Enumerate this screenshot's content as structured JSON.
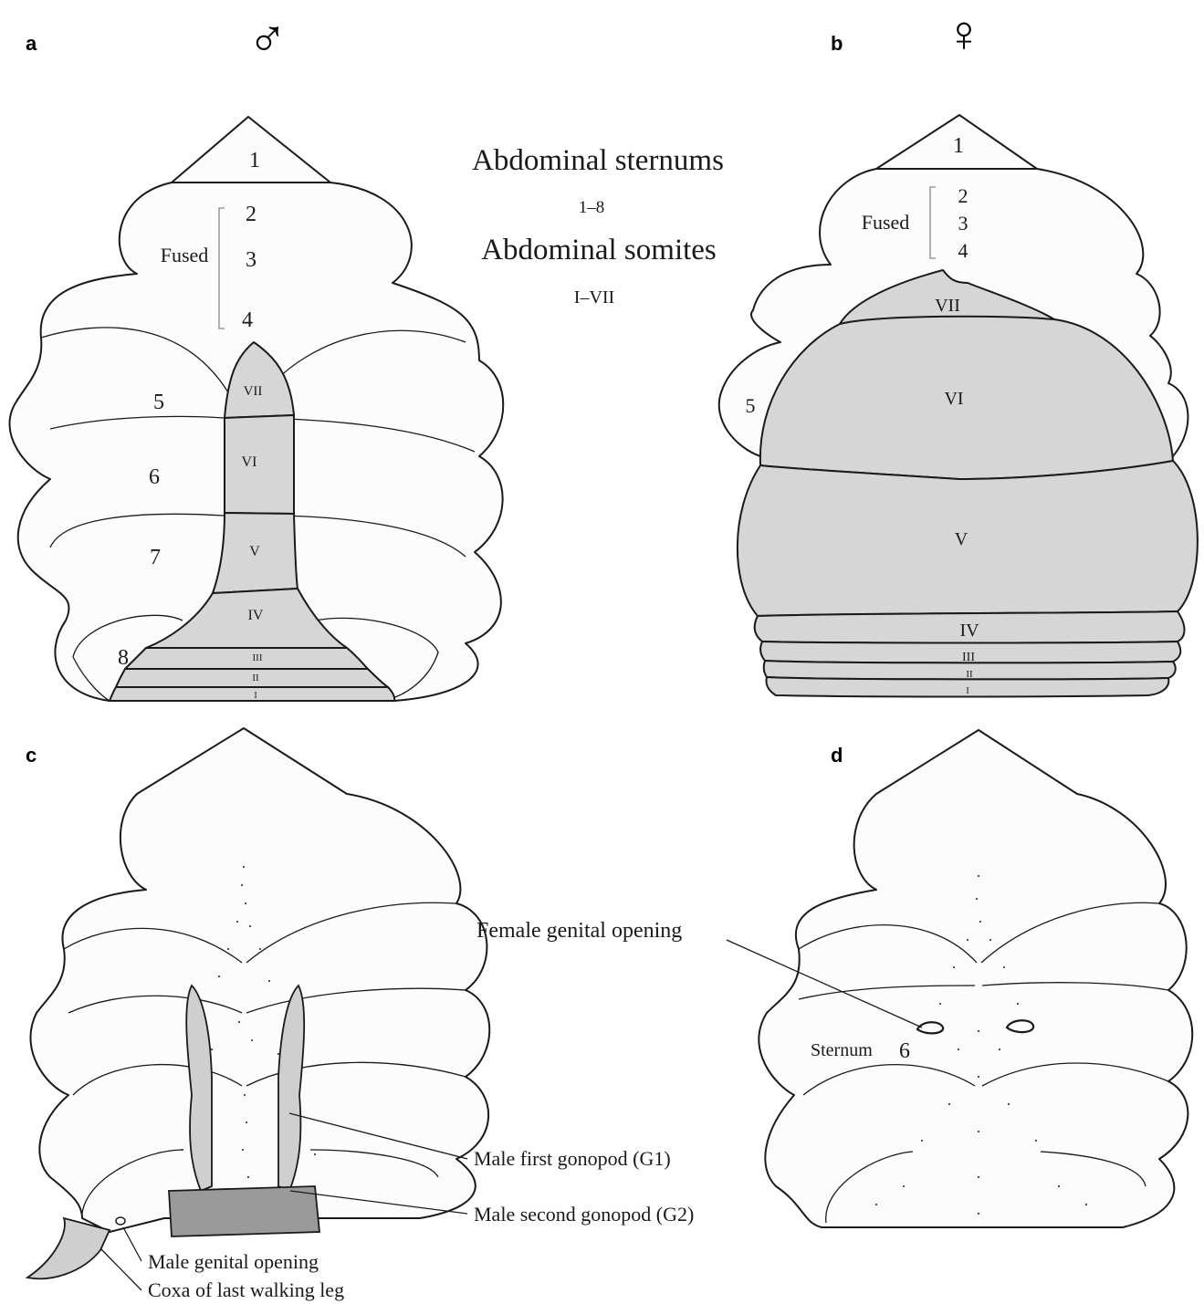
{
  "panels": {
    "a": {
      "letter": "a",
      "sex_symbol": "♂"
    },
    "b": {
      "letter": "b",
      "sex_symbol": "♀"
    },
    "c": {
      "letter": "c"
    },
    "d": {
      "letter": "d"
    }
  },
  "legend": {
    "sternums_title": "Abdominal sternums",
    "sternums_range": "1–8",
    "somites_title": "Abdominal somites",
    "somites_range": "I–VII"
  },
  "male": {
    "fused_label": "Fused",
    "sternums": [
      "1",
      "2",
      "3",
      "4",
      "5",
      "6",
      "7",
      "8"
    ],
    "somites": [
      "VII",
      "VI",
      "V",
      "IV",
      "III",
      "II",
      "I"
    ]
  },
  "female": {
    "fused_label": "Fused",
    "sternums": [
      "1",
      "2",
      "3",
      "4",
      "5"
    ],
    "somites": [
      "VII",
      "VI",
      "V",
      "IV",
      "III",
      "II",
      "I"
    ]
  },
  "annotations": {
    "male_first_gonopod": "Male first gonopod (G1)",
    "male_second_gonopod": "Male second gonopod (G2)",
    "male_genital_opening": "Male genital opening",
    "coxa_last_leg": "Coxa of last walking leg",
    "female_genital_opening": "Female genital opening",
    "sternum_label": "Sternum",
    "sternum_number": "6"
  },
  "colors": {
    "outline_fill": "#fcfcfc",
    "somite_fill": "#d6d6d6",
    "gonopod_fill": "#cfcfcf",
    "g2_fill": "#9a9a9a"
  }
}
